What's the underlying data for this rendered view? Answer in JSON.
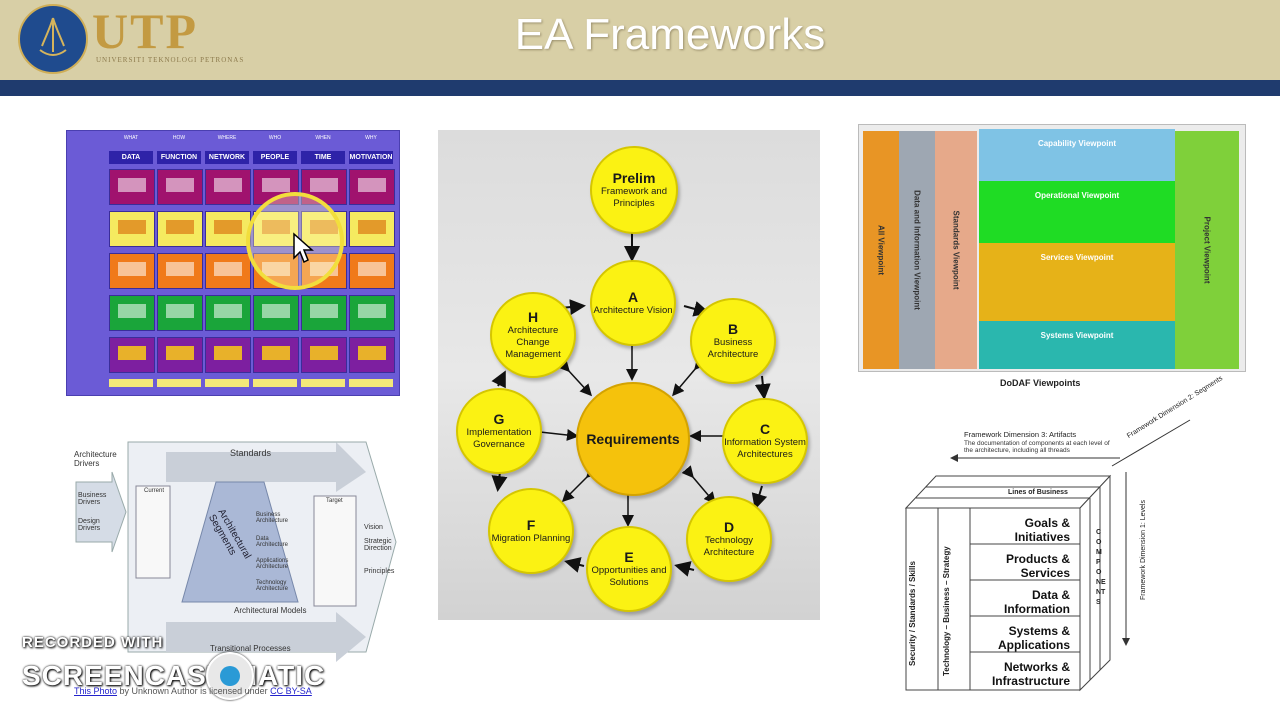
{
  "header": {
    "logo_text": "UTP",
    "logo_subtitle": "UNIVERSITI TEKNOLOGI PETRONAS",
    "title": "EA Frameworks"
  },
  "zachman": {
    "top_labels": [
      "WHAT",
      "HOW",
      "WHERE",
      "WHO",
      "WHEN",
      "WHY"
    ],
    "columns": [
      "DATA",
      "FUNCTION",
      "NETWORK",
      "PEOPLE",
      "TIME",
      "MOTIVATION"
    ]
  },
  "togaf": {
    "center": "Requirements",
    "nodes": [
      {
        "letter": "Prelim",
        "name": "Framework and Principles"
      },
      {
        "letter": "A",
        "name": "Architecture Vision"
      },
      {
        "letter": "B",
        "name": "Business Architecture"
      },
      {
        "letter": "C",
        "name": "Information System Architectures"
      },
      {
        "letter": "D",
        "name": "Technology Architecture"
      },
      {
        "letter": "E",
        "name": "Opportunities and Solutions"
      },
      {
        "letter": "F",
        "name": "Migration Planning"
      },
      {
        "letter": "G",
        "name": "Implementation Governance"
      },
      {
        "letter": "H",
        "name": "Architecture Change Management"
      }
    ]
  },
  "dodaf": {
    "caption": "DoDAF Viewpoints",
    "vertical": [
      "All Viewpoint",
      "Data and Information Viewpoint",
      "Standards Viewpoint"
    ],
    "right_vertical": "Project Viewpoint",
    "blocks": [
      "Capability Viewpoint",
      "Operational Viewpoint",
      "Services Viewpoint",
      "Systems Viewpoint"
    ]
  },
  "feaf": {
    "drivers": "Architecture Drivers",
    "business_drivers": "Business Drivers",
    "design_drivers": "Design Drivers",
    "standards": "Standards",
    "segments": "Architectural Segments",
    "models": "Architectural Models",
    "transitional": "Transitional Processes",
    "current": "Current",
    "target": "Target",
    "vision": "Vision",
    "strategic": "Strategic Direction",
    "principles": "Principles",
    "layers": [
      "Business Architecture",
      "Data Architecture",
      "Applications Architecture",
      "Technology Architecture"
    ]
  },
  "cube": {
    "artifacts": "Framework Dimension 3: Artifacts",
    "artifacts_desc": "The documentation of components at each level of the architecture, including all threads",
    "segments": "Framework Dimension 2: Segments",
    "levels": "Framework Dimension 1: Levels",
    "lines_of_business": "Lines of Business",
    "rows": [
      "Goals & Initiatives",
      "Products & Services",
      "Data & Information",
      "Systems & Applications",
      "Networks & Infrastructure"
    ],
    "side1": "Security / Standards / Skills",
    "side2": "Technology – Business – Strategy",
    "components": "COMPONENTS"
  },
  "watermark": {
    "line1": "RECORDED WITH",
    "line2": "SCREENCAST   MATIC"
  },
  "credit": {
    "photo": "This Photo",
    "author": " by Unknown Author is licensed under ",
    "license": "CC BY-SA"
  }
}
